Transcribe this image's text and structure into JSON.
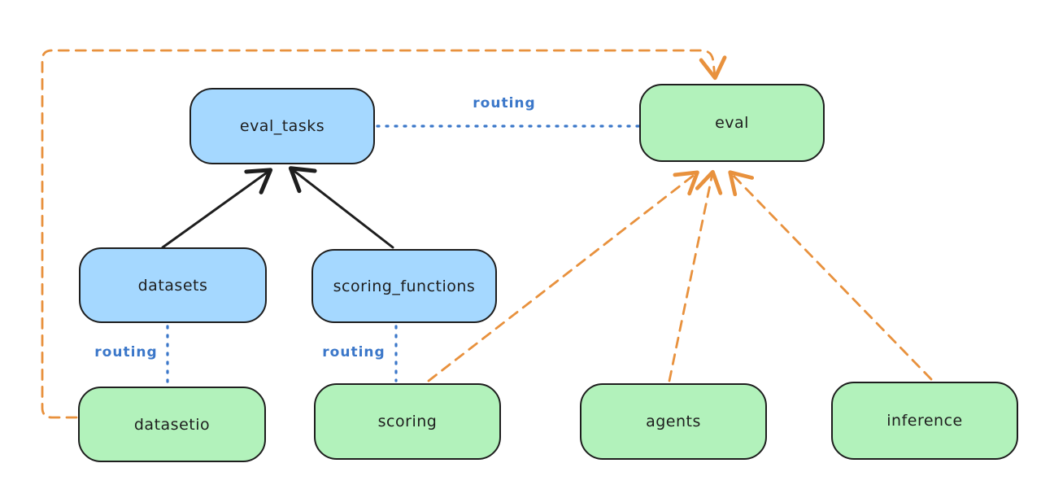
{
  "nodes": {
    "eval_tasks": {
      "label": "eval_tasks",
      "fill": "#a5d8ff"
    },
    "eval": {
      "label": "eval",
      "fill": "#b2f2bb"
    },
    "datasets": {
      "label": "datasets",
      "fill": "#a5d8ff"
    },
    "scoring_functions": {
      "label": "scoring_functions",
      "fill": "#a5d8ff"
    },
    "datasetio": {
      "label": "datasetio",
      "fill": "#b2f2bb"
    },
    "scoring": {
      "label": "scoring",
      "fill": "#b2f2bb"
    },
    "agents": {
      "label": "agents",
      "fill": "#b2f2bb"
    },
    "inference": {
      "label": "inference",
      "fill": "#b2f2bb"
    }
  },
  "edges": {
    "routing_label": "routing",
    "solid_arrows": [
      {
        "from": "datasets",
        "to": "eval_tasks"
      },
      {
        "from": "scoring_functions",
        "to": "eval_tasks"
      }
    ],
    "routing_dotted": [
      {
        "from": "eval_tasks",
        "to": "eval",
        "label": "routing"
      },
      {
        "from": "datasets",
        "to": "datasetio",
        "label": "routing"
      },
      {
        "from": "scoring_functions",
        "to": "scoring",
        "label": "routing"
      }
    ],
    "dashed_arrows": [
      {
        "from": "datasetio",
        "to": "eval"
      },
      {
        "from": "scoring",
        "to": "eval"
      },
      {
        "from": "agents",
        "to": "eval"
      },
      {
        "from": "inference",
        "to": "eval"
      }
    ]
  },
  "colors": {
    "background": "#ffffff",
    "node_stroke": "#1e1e1e",
    "blue_fill": "#a5d8ff",
    "green_fill": "#b2f2bb",
    "solid_arrow": "#1e1e1e",
    "dashed_orange": "#e8913d",
    "routing_blue": "#3b77c9"
  }
}
